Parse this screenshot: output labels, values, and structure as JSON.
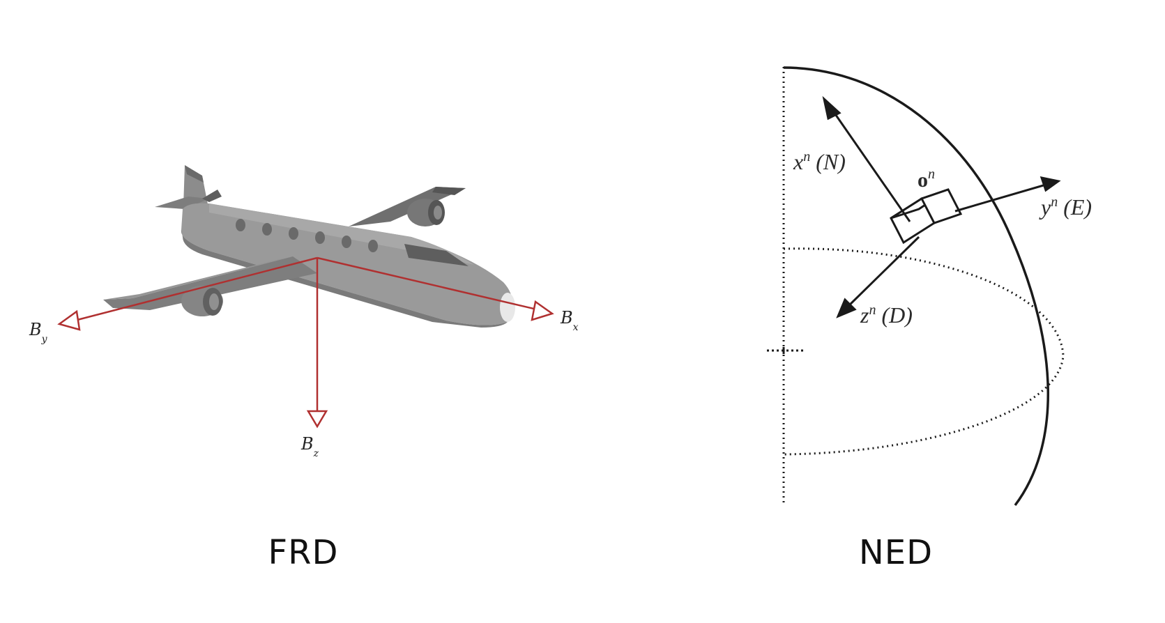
{
  "left_panel": {
    "caption": "FRD",
    "axes": {
      "x": {
        "letter": "B",
        "sub": "x"
      },
      "y": {
        "letter": "B",
        "sub": "y"
      },
      "z": {
        "letter": "B",
        "sub": "z"
      }
    },
    "axis_color": "#b03030"
  },
  "right_panel": {
    "caption": "NED",
    "origin": {
      "letter": "o",
      "sup": "n"
    },
    "axes": {
      "x": {
        "letter": "x",
        "sup": "n",
        "suffix": " (N)"
      },
      "y": {
        "letter": "y",
        "sup": "n",
        "suffix": " (E)"
      },
      "z": {
        "letter": "z",
        "sup": "n",
        "suffix": " (D)"
      }
    }
  }
}
